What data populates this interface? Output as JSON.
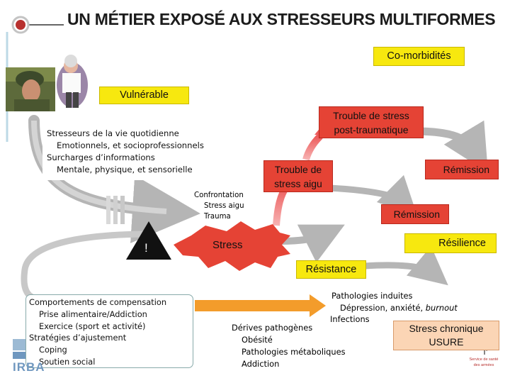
{
  "title": "UN MÉTIER EXPOSÉ AUX STRESSEURS MULTIFORMES",
  "colors": {
    "red": "#e54335",
    "yellow": "#f7e80f",
    "grey_arrow": "#b5b5b5",
    "orange_arrow": "#f39c2b",
    "pink_arrow": "#f08080",
    "chronic_bg": "#fbd5b5"
  },
  "labels": {
    "comorbidites": "Co-morbidités",
    "vulnerable": "Vulnérable",
    "tspt_1": "Trouble de stress",
    "tspt_2": "post-traumatique",
    "remission_1": "Rémission",
    "trouble_aigu_1": "Trouble de",
    "trouble_aigu_2": "stress aigu",
    "remission_2": "Rémission",
    "resilience": "Résilience",
    "stress": "Stress",
    "resistance": "Résistance",
    "warning": "!"
  },
  "stresseurs": {
    "line1": "Stresseurs de la vie quotidienne",
    "line2": "Emotionnels, et socioprofessionnels",
    "line3": "Surcharges d’informations",
    "line4": "Mentale, physique, et sensorielle"
  },
  "confrontation": {
    "line1": "Confrontation",
    "line2": "Stress aigu",
    "line3": "Trauma"
  },
  "comportements": {
    "line1": "Comportements  de compensation",
    "line2": "Prise alimentaire/Addiction",
    "line3": "Exercice (sport et activité)",
    "line4": "Stratégies d’ajustement",
    "line5": "Coping",
    "line6": "Soutien social"
  },
  "pathologies": {
    "line1": "Pathologies induites",
    "line2_a": "Dépression,  anxiété, ",
    "line2_b": "burnout",
    "line3": "Infections"
  },
  "derives": {
    "line1": "Dérives pathogènes",
    "line2": "Obésité",
    "line3": "Pathologies métaboliques",
    "line4": "Addiction"
  },
  "chronique": {
    "line1": "Stress chronique",
    "line2": "USURE"
  },
  "logo_left": "IRBA",
  "logo_right": {
    "line1": "Service de santé",
    "line2": "des armées"
  }
}
